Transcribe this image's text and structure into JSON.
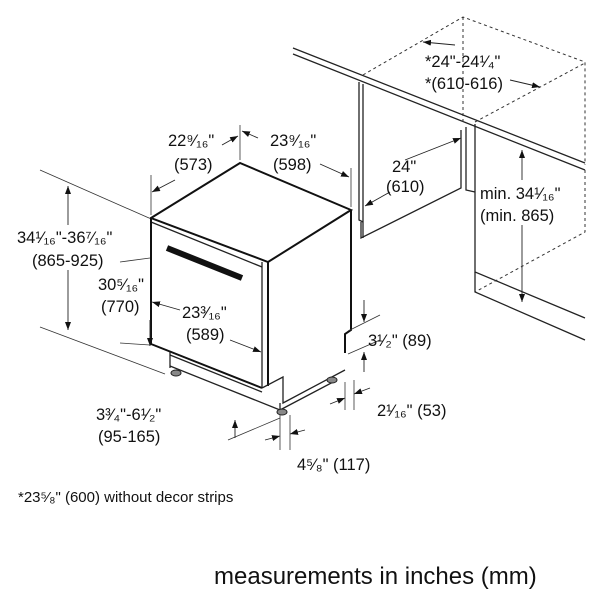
{
  "dimensions": {
    "depth_top": {
      "inch": "22⁹⁄₁₆\"",
      "mm": "(573)"
    },
    "width_top": {
      "inch": "23⁹⁄₁₆\"",
      "mm": "(598)"
    },
    "height_range": {
      "inch": "34¹⁄₁₆\"-36⁷⁄₁₆\"",
      "mm": "(865-925)"
    },
    "door_height": {
      "inch": "30⁵⁄₁₆\"",
      "mm": "(770)"
    },
    "door_width": {
      "inch": "23³⁄₁₆\"",
      "mm": "(589)"
    },
    "cabinet_depth": {
      "inch": "24\"",
      "mm": "(610)"
    },
    "niche_width": {
      "inch": "*24\"-24¹⁄₄\"",
      "mm": "*(610-616)"
    },
    "niche_height": {
      "inch": "min. 34¹⁄₁₆\"",
      "mm": "(min. 865)"
    },
    "toe_kick_height": {
      "label": "3¹⁄₂\" (89)"
    },
    "toe_kick_depth": {
      "label": "2¹⁄₁₆\" (53)"
    },
    "foot_height": {
      "inch": "3³⁄₄\"-6¹⁄₂\"",
      "mm": "(95-165)"
    },
    "foot_setback": {
      "label": "4⁵⁄₈\" (117)"
    }
  },
  "footnote": "*23⁵⁄₈\" (600) without decor strips",
  "caption": "measurements in inches (mm)"
}
